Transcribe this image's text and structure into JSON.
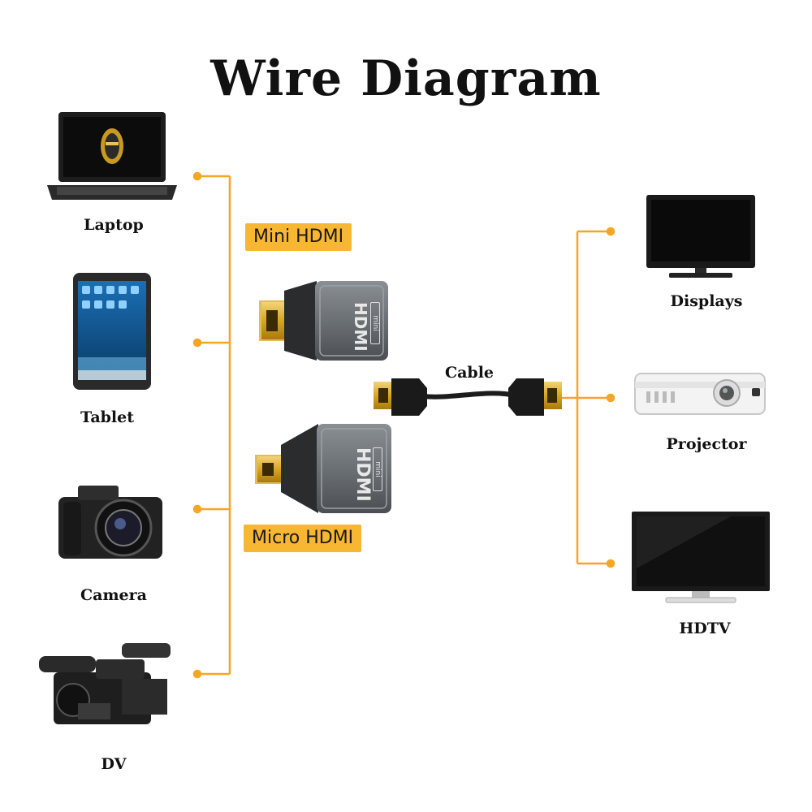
{
  "title": "Wire Diagram",
  "sources": [
    {
      "label": "Laptop",
      "icon": "laptop-icon"
    },
    {
      "label": "Tablet",
      "icon": "tablet-icon"
    },
    {
      "label": "Camera",
      "icon": "camera-icon"
    },
    {
      "label": "DV",
      "icon": "camcorder-icon"
    }
  ],
  "adapters": [
    {
      "label": "Mini HDMI",
      "badge_small": "mini",
      "badge_big": "HDMI"
    },
    {
      "label": "Micro HDMI",
      "badge_small": "mini",
      "badge_big": "HDMI"
    }
  ],
  "cable": {
    "label": "Cable"
  },
  "targets": [
    {
      "label": "Displays",
      "icon": "monitor-icon"
    },
    {
      "label": "Projector",
      "icon": "projector-icon"
    },
    {
      "label": "HDTV",
      "icon": "tv-icon"
    }
  ],
  "colors": {
    "connector_line": "#f5a623",
    "tag_bg": "#f7b733",
    "adapter_body": "#6b7075",
    "gold": "#d9a520"
  }
}
